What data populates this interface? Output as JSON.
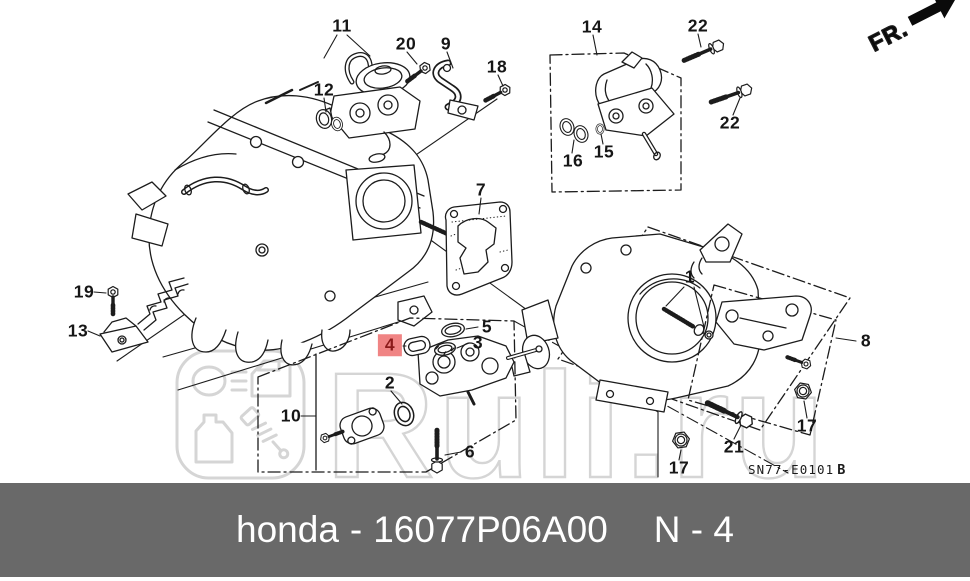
{
  "fr_indicator": "FR.",
  "watermark": {
    "brand_text": "Ruli.ru"
  },
  "drawing_code": {
    "code": "SN77-E0101",
    "suffix": "B"
  },
  "callouts": [
    {
      "label": "11",
      "highlighted": false
    },
    {
      "label": "20",
      "highlighted": false
    },
    {
      "label": "9",
      "highlighted": false
    },
    {
      "label": "18",
      "highlighted": false
    },
    {
      "label": "12",
      "highlighted": false
    },
    {
      "label": "14",
      "highlighted": false
    },
    {
      "label": "22",
      "highlighted": false
    },
    {
      "label": "22",
      "highlighted": false
    },
    {
      "label": "16",
      "highlighted": false
    },
    {
      "label": "15",
      "highlighted": false
    },
    {
      "label": "7",
      "highlighted": false
    },
    {
      "label": "19",
      "highlighted": false
    },
    {
      "label": "13",
      "highlighted": false
    },
    {
      "label": "5",
      "highlighted": false
    },
    {
      "label": "3",
      "highlighted": false
    },
    {
      "label": "4",
      "highlighted": true
    },
    {
      "label": "2",
      "highlighted": false
    },
    {
      "label": "10",
      "highlighted": false
    },
    {
      "label": "1",
      "highlighted": false
    },
    {
      "label": "8",
      "highlighted": false
    },
    {
      "label": "17",
      "highlighted": false
    },
    {
      "label": "21",
      "highlighted": false
    },
    {
      "label": "17",
      "highlighted": false
    },
    {
      "label": "6",
      "highlighted": false
    }
  ],
  "footer": {
    "brand": "honda",
    "separator": "-",
    "part_number": "16077P06A00",
    "page_ref": "N - 4"
  },
  "colors": {
    "highlight_bg": "#f08484",
    "highlight_fg": "#8c1b1b",
    "footer_bg": "#696969",
    "footer_fg": "#ffffff",
    "watermark": "#d5d5d5",
    "line": "#1c1c1c"
  }
}
